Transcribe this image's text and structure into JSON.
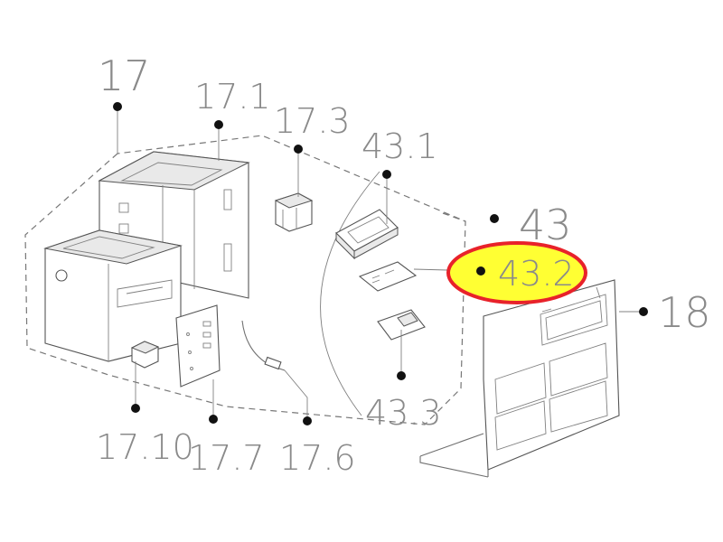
{
  "callouts": {
    "c17": "17",
    "c17_1": "17.1",
    "c17_3": "17.3",
    "c43_1": "43.1",
    "c43": "43",
    "c43_2": "43.2",
    "c18": "18",
    "c43_3": "43.3",
    "c17_10": "17.10",
    "c17_7": "17.7",
    "c17_6": "17.6"
  },
  "highlight": {
    "target": "43.2",
    "fill_color": "#ffff33",
    "ring_color": "#e8222a"
  }
}
